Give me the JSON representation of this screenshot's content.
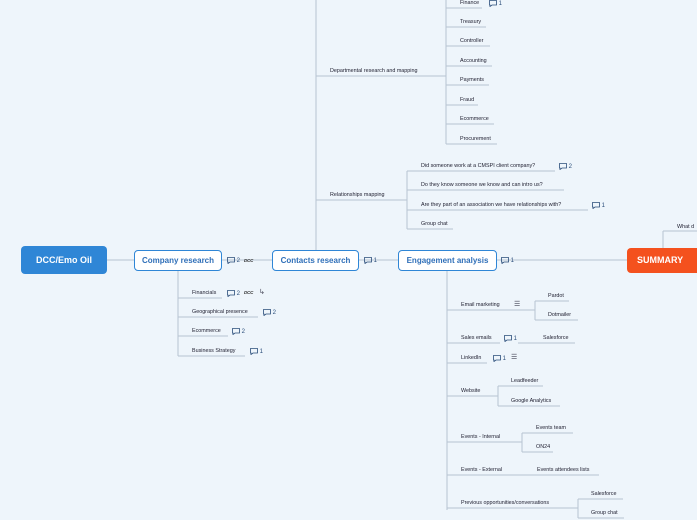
{
  "root": {
    "label": "DCC/Emo Oil"
  },
  "summary": {
    "label": "SUMMARY",
    "item": "What d"
  },
  "company_research": {
    "label": "Company research",
    "comment_count": "2",
    "logo_text": "DCC",
    "children": [
      {
        "label": "Financials",
        "comment_count": "2"
      },
      {
        "label": "Geographical presence",
        "comment_count": "2"
      },
      {
        "label": "Ecommerce",
        "comment_count": "2"
      },
      {
        "label": "Business Strategy",
        "comment_count": "1"
      }
    ]
  },
  "contacts_research": {
    "label": "Contacts research",
    "comment_count": "1",
    "departmental": {
      "label": "Departmental research and mapping",
      "children": [
        "Finance",
        "Treasury",
        "Controller",
        "Accounting",
        "Payments",
        "Fraud",
        "Ecommerce",
        "Procurement"
      ],
      "finance_comment_count": "1"
    },
    "relationship": {
      "label": "Relationships mapping",
      "children": [
        {
          "label": "Did someone work at a CMSPI client company?",
          "comment_count": "2"
        },
        {
          "label": "Do they know someone we know and can intro us?",
          "comment_count": ""
        },
        {
          "label": "Are they part of an association we have relationships with?",
          "comment_count": "1"
        },
        {
          "label": "Group chat",
          "comment_count": ""
        }
      ]
    }
  },
  "engagement": {
    "label": "Engagement analysis",
    "comment_count": "1",
    "email_marketing": {
      "label": "Email marketing",
      "children": [
        "Pardot",
        "Dotmailer"
      ]
    },
    "sales_emails": {
      "label": "Sales emails",
      "comment_count": "1",
      "child": "Salesforce"
    },
    "linkedin": {
      "label": "LinkedIn",
      "comment_count": "1"
    },
    "website": {
      "label": "Website",
      "children": [
        "Leadfeeder",
        "Google Analytics"
      ]
    },
    "events_internal": {
      "label": "Events - Internal",
      "children": [
        "Events team",
        "ON24"
      ]
    },
    "events_external": {
      "label": "Events - External",
      "child": "Events attendees lists"
    },
    "previous": {
      "label": "Previous opportunities/conversations",
      "children": [
        "Salesforce",
        "Group chat"
      ]
    }
  },
  "colors": {
    "accent": "#2f86d6",
    "summary": "#f4511e",
    "line": "#b7c4d1",
    "background": "#eef5fb"
  },
  "icons": [
    "comment-icon",
    "notes-icon",
    "link-icon",
    "company-logo"
  ]
}
